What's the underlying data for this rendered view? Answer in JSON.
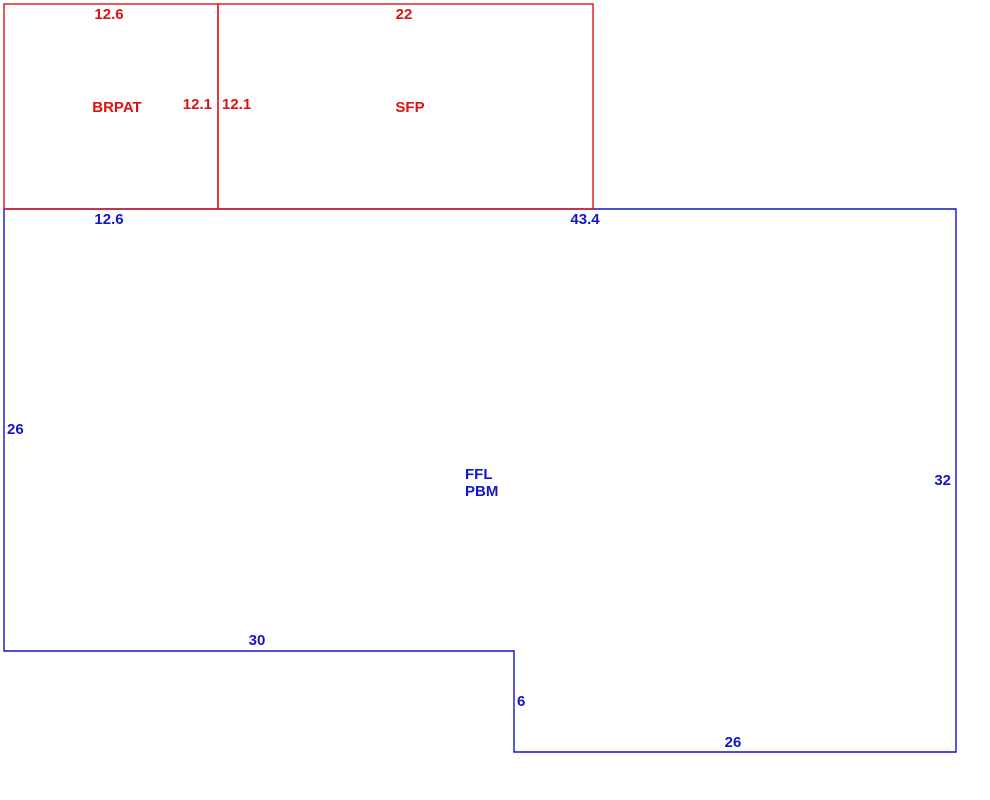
{
  "colors": {
    "addition": "#dd1111",
    "main_structure": "#1515c8",
    "background": "#ffffff"
  },
  "areas": {
    "brpat": {
      "code": "BRPAT",
      "dims": {
        "top": "12.6",
        "right": "12.1"
      }
    },
    "sfp": {
      "code": "SFP",
      "dims": {
        "top": "22",
        "left": "12.1"
      }
    },
    "main": {
      "codes": [
        "FFL",
        "PBM"
      ],
      "dims": {
        "top_left": "12.6",
        "top_right": "43.4",
        "left": "26",
        "right": "32",
        "bottom_left": "30",
        "step": "6",
        "bottom_right": "26"
      }
    }
  }
}
